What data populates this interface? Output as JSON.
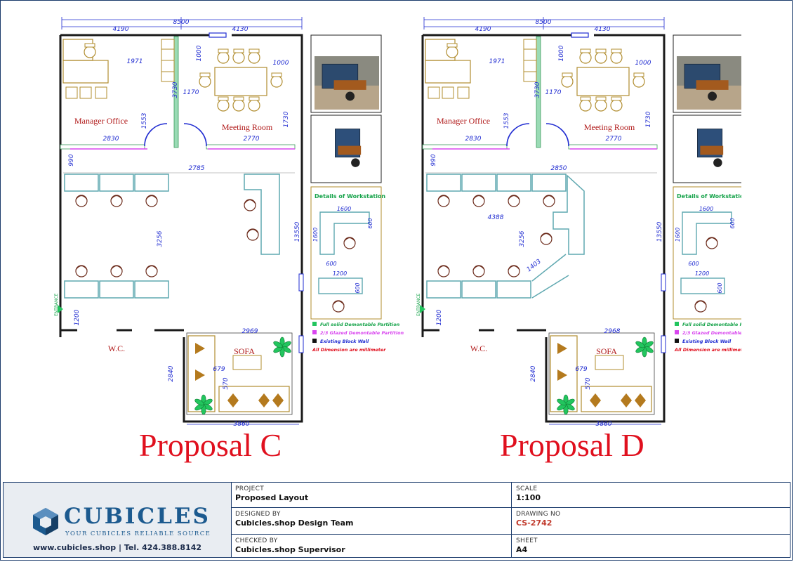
{
  "plans": [
    {
      "id": "c",
      "title": "Proposal C",
      "dims": {
        "total_width": "8500",
        "left_width": "4190",
        "right_width": "4130",
        "desk": "1971",
        "cabinet": "3730",
        "mgr_height": "1553",
        "mgr_width": "2830",
        "mtg_top": "1000",
        "mtg_right": "1000",
        "mtg_left": "1170",
        "mtg_height": "1730",
        "mtg_width": "2770",
        "corridor": "990",
        "open_width": "2785",
        "open_height": "3256",
        "overall_height": "13550",
        "entry": "1200",
        "lounge_width": "2969",
        "lounge_height": "2840",
        "sofa_a": "679",
        "sofa_b": "570",
        "bottom_width": "3860"
      },
      "labels": {
        "manager": "Manager Office",
        "meeting": "Meeting Room",
        "wc": "W.C.",
        "sofa": "SOFA"
      }
    },
    {
      "id": "d",
      "title": "Proposal D",
      "dims": {
        "total_width": "8500",
        "left_width": "4190",
        "right_width": "4130",
        "desk": "1971",
        "cabinet": "3730",
        "mgr_height": "1553",
        "mgr_width": "2830",
        "mtg_top": "1000",
        "mtg_right": "1000",
        "mtg_left": "1170",
        "mtg_height": "1730",
        "mtg_width": "2770",
        "corridor": "990",
        "open_width": "2850",
        "open_inner": "4388",
        "diag": "1403",
        "open_height": "3256",
        "overall_height": "13550",
        "entry": "1200",
        "lounge_width": "2968",
        "lounge_height": "2840",
        "sofa_a": "679",
        "sofa_b": "570",
        "bottom_width": "3860"
      },
      "labels": {
        "manager": "Manager Office",
        "meeting": "Meeting Room",
        "wc": "W.C.",
        "sofa": "SOFA"
      }
    }
  ],
  "details": {
    "title": "Details of Workstation",
    "dim_1600_a": "1600",
    "dim_1600_b": "1600",
    "dim_600_a": "600",
    "dim_600_b": "600",
    "dim_1200": "1200",
    "dim_600_c": "600"
  },
  "legend": [
    {
      "text": "Full solid Demontable Partition",
      "color": "#22c55e"
    },
    {
      "text": "2/3 Glazed Demontable Partition",
      "color": "#d946ef"
    },
    {
      "text": "Existing Block Wall",
      "color": "#111111"
    },
    {
      "text": "All Dimension are millimeter",
      "color": "#e0101e"
    }
  ],
  "entrance_label": "ENTRANCE",
  "titleblock": {
    "brand": "CUBICLES",
    "tagline": "YOUR CUBICLES RELIABLE SOURCE",
    "contact": "www.cubicles.shop  |  Tel. 424.388.8142",
    "project_label": "PROJECT",
    "project_value": "Proposed Layout",
    "scale_label": "SCALE",
    "scale_value": "1:100",
    "designed_label": "DESIGNED BY",
    "designed_value": "Cubicles.shop Design Team",
    "drawing_label": "DRAWING NO",
    "drawing_value": "CS-2742",
    "checked_label": "CHECKED BY",
    "checked_value": "Cubicles.shop Supervisor",
    "sheet_label": "SHEET",
    "sheet_value": "A4"
  },
  "colors": {
    "wall": "#1a1a1a",
    "dim": "#1f2bd1",
    "furniture": "#b08c2e",
    "partition": "#5fa8b0",
    "label_red": "#b01818",
    "brand_blue": "#1c5a8f"
  }
}
